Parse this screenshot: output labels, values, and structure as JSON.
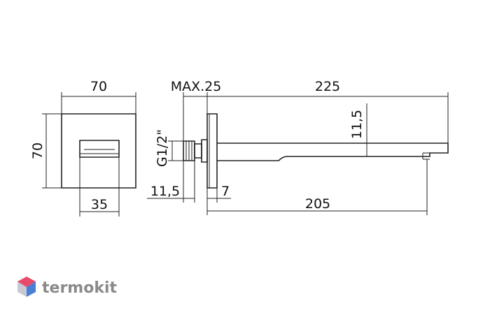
{
  "dimensions": {
    "front_width": "70",
    "front_height": "70",
    "slot_width": "35",
    "max_depth": "MAX.25",
    "total_length": "225",
    "thread": "G1/2\"",
    "thread_offset": "11,5",
    "spout_height": "11,5",
    "plate_thickness": "7",
    "spout_length": "205"
  },
  "brand": {
    "name": "termokit",
    "logo_colors": [
      "#e84b6a",
      "#4a7fd6",
      "#c9c9d6"
    ]
  }
}
